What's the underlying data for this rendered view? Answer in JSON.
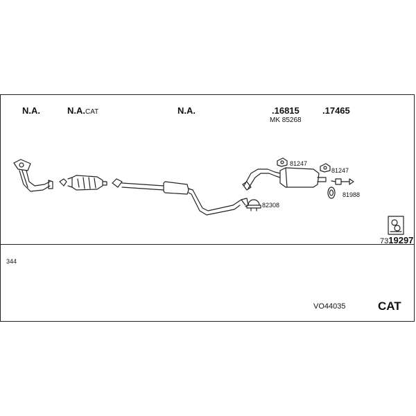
{
  "header": {
    "labels": [
      {
        "main": "N.A.",
        "suffix": ""
      },
      {
        "main": "N.A.",
        "suffix": "CAT"
      },
      {
        "main": "N.A.",
        "suffix": ""
      },
      {
        "main": ".16815",
        "suffix": ""
      },
      {
        "main": ".17465",
        "suffix": ""
      }
    ],
    "sub_label": "MK 85268"
  },
  "parts": {
    "clamp_a": "81247",
    "clamp_b": "81247",
    "clamp_c": "82308",
    "clamp_d": "81988"
  },
  "reference": {
    "prefix": "73",
    "number": "19297"
  },
  "footer": {
    "left_code": "344",
    "kit_code": "VO44035",
    "type": "CAT"
  }
}
